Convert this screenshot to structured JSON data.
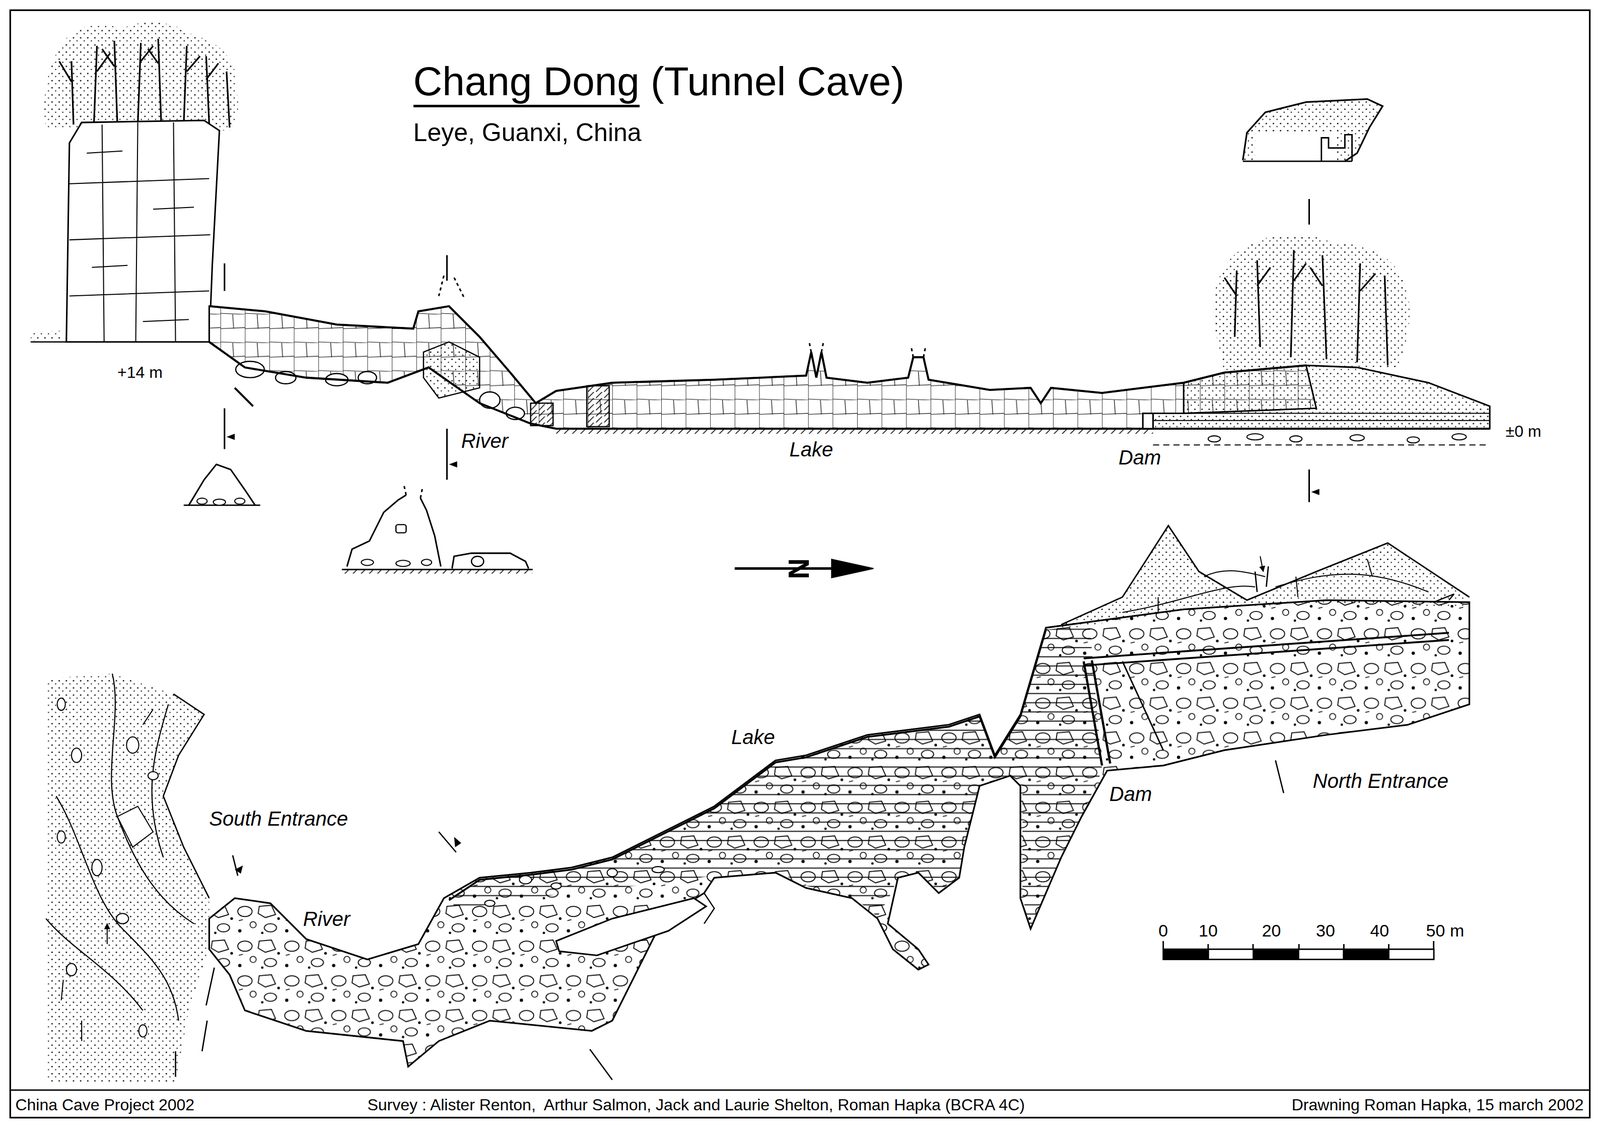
{
  "diagram": {
    "title": "Chang Dong (Tunnel Cave)",
    "labels": [
      "Leye, Guanxi, China",
      "+14 m",
      "River",
      "Lake",
      "Dam",
      "±0 m",
      "N",
      "Lake",
      "South Entrance",
      "River",
      "Dam",
      "North Entrance",
      "0",
      "10",
      "20",
      "30",
      "40",
      "50 m",
      "China Cave Project 2002",
      "Survey : Alister Renton,  Arthur Salmon, Jack and Laurie Shelton, Roman Hapka (BCRA 4C)",
      "Drawning Roman Hapka, 15 march 2002"
    ]
  }
}
